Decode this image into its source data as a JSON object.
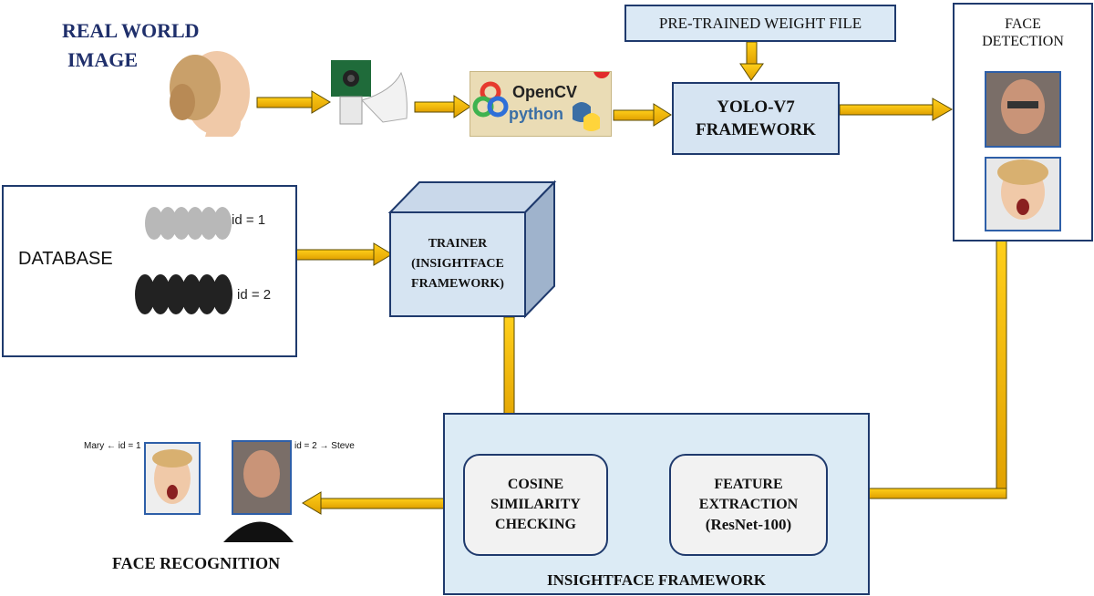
{
  "input": {
    "title_line1": "REAL WORLD",
    "title_line2": "IMAGE"
  },
  "opencv": {
    "name": "OpenCV",
    "lang": "python"
  },
  "weights": {
    "label": "PRE-TRAINED WEIGHT FILE"
  },
  "yolo": {
    "line1": "YOLO-V7",
    "line2": "FRAMEWORK"
  },
  "detection": {
    "line1": "FACE",
    "line2": "DETECTION"
  },
  "database": {
    "label": "DATABASE",
    "id1": "id = 1",
    "id2": "id = 2"
  },
  "trainer": {
    "line1": "TRAINER",
    "line2": "(INSIGHTFACE",
    "line3": "FRAMEWORK)"
  },
  "insightface": {
    "title": "INSIGHTFACE FRAMEWORK",
    "cosine": {
      "line1": "COSINE",
      "line2": "SIMILARITY",
      "line3": "CHECKING"
    },
    "feature": {
      "line1": "FEATURE",
      "line2": "EXTRACTION",
      "line3": "(ResNet-100)"
    }
  },
  "recognition": {
    "title": "FACE RECOGNITION",
    "mary_label": "Mary ← id = 1",
    "steve_label": "id = 2 → Steve"
  },
  "colors": {
    "arrow_fill": "#f5b800",
    "arrow_edge": "#5a4a00",
    "box_border": "#1f3a6d",
    "title_navy": "#1f2f6b"
  }
}
